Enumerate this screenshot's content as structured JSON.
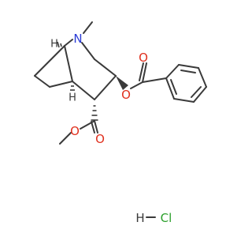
{
  "molecule": {
    "atoms": {
      "nitrogen": "N",
      "ester_oxygen_ring": "O",
      "benzoyl_carbonyl_oxygen": "O",
      "ester_carbonyl_oxygen": "O",
      "methoxy_oxygen": "O",
      "bridgehead_h_top": "H",
      "bridgehead_h_bottom": "H",
      "salt_h": "H",
      "salt_cl": "Cl"
    },
    "salt_bond": "—"
  },
  "colors": {
    "bond": "#3a3a3a",
    "oxygen": "#e0301e",
    "nitrogen": "#2a3bd6",
    "chlorine": "#2ca02c",
    "hydrogen": "#3a3a3a"
  }
}
